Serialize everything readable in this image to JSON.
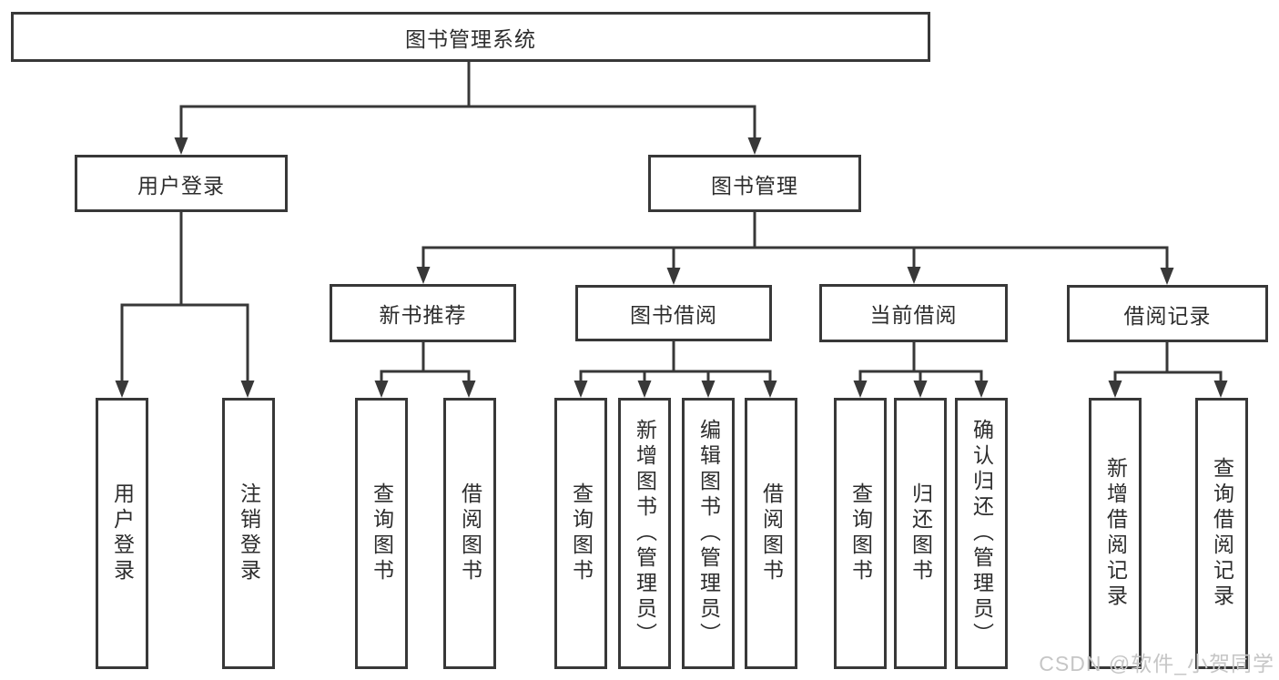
{
  "tree": {
    "root": {
      "label": "图书管理系统"
    },
    "branches": [
      {
        "label": "用户登录",
        "children": [
          {
            "label": "用户登录"
          },
          {
            "label": "注销登录"
          }
        ]
      },
      {
        "label": "图书管理",
        "sections": [
          {
            "label": "新书推荐",
            "children": [
              {
                "label": "查询图书"
              },
              {
                "label": "借阅图书"
              }
            ]
          },
          {
            "label": "图书借阅",
            "children": [
              {
                "label": "查询图书"
              },
              {
                "label": "新增图书（管理员）"
              },
              {
                "label": "编辑图书（管理员）"
              },
              {
                "label": "借阅图书"
              }
            ]
          },
          {
            "label": "当前借阅",
            "children": [
              {
                "label": "查询图书"
              },
              {
                "label": "归还图书"
              },
              {
                "label": "确认归还（管理员）"
              }
            ]
          },
          {
            "label": "借阅记录",
            "children": [
              {
                "label": "新增借阅记录"
              },
              {
                "label": "查询借阅记录"
              }
            ]
          }
        ]
      }
    ]
  },
  "watermark": "CSDN @软件_小贺同学",
  "colors": {
    "line": "#383838",
    "text": "#2d2d2d",
    "watermark": "#c6c6c6",
    "background": "#ffffff"
  }
}
